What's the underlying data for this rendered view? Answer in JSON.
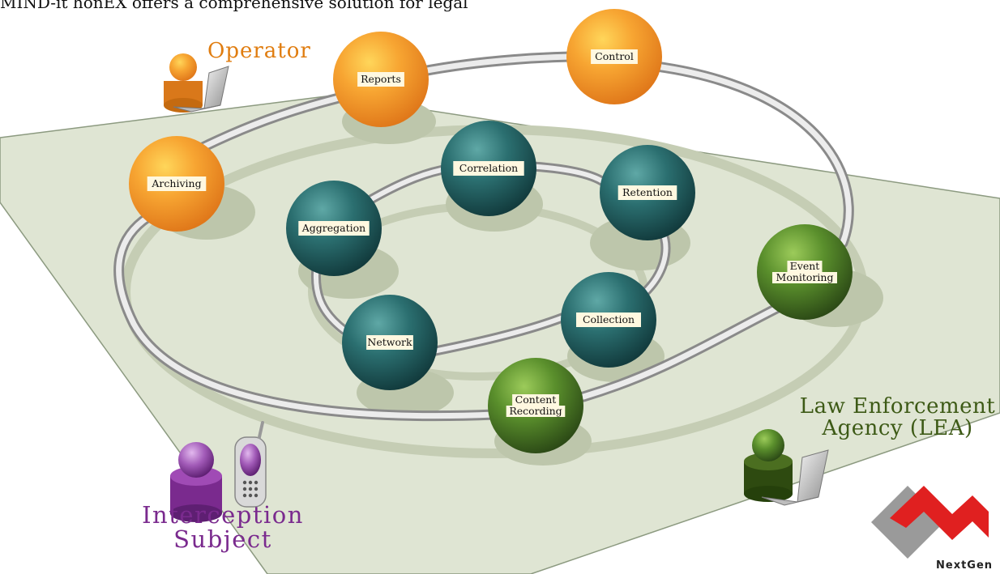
{
  "headline": "MIND-it honEX offers a comprehensive solution for legal",
  "roles": {
    "operator": "Operator",
    "lea_line1": "Law Enforcement",
    "lea_line2": "Agency (LEA)",
    "subject_line1": "Interception",
    "subject_line2": "Subject"
  },
  "nodes": [
    {
      "key": "reports",
      "lines": [
        "Reports"
      ],
      "group": "orange"
    },
    {
      "key": "control",
      "lines": [
        "Control"
      ],
      "group": "orange"
    },
    {
      "key": "archiving",
      "lines": [
        "Archiving"
      ],
      "group": "orange"
    },
    {
      "key": "correlation",
      "lines": [
        "Correlation"
      ],
      "group": "teal"
    },
    {
      "key": "retention",
      "lines": [
        "Retention"
      ],
      "group": "teal"
    },
    {
      "key": "aggregation",
      "lines": [
        "Aggregation"
      ],
      "group": "teal"
    },
    {
      "key": "network",
      "lines": [
        "Network"
      ],
      "group": "teal"
    },
    {
      "key": "collection",
      "lines": [
        "Collection"
      ],
      "group": "teal"
    },
    {
      "key": "event-monitoring",
      "lines": [
        "Event",
        "Monitoring"
      ],
      "group": "green"
    },
    {
      "key": "content-recording",
      "lines": [
        "Content",
        "Recording"
      ],
      "group": "green"
    }
  ],
  "logo": {
    "text": "NextGen"
  },
  "colors": {
    "orange": "#f5a531",
    "teal": "#2d7a7a",
    "green": "#5e9a30",
    "plane": "#dfe5d3",
    "operator": "#e07d10",
    "lea": "#3d5a16",
    "subject": "#7a2a8e",
    "logo_red": "#e02020",
    "logo_gray": "#9a9a9a"
  }
}
